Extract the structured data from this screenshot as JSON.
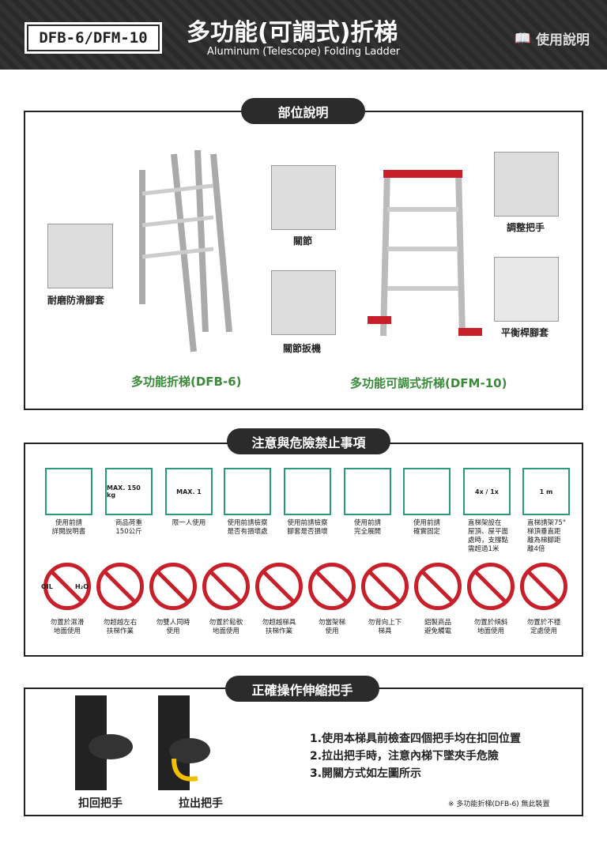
{
  "header": {
    "model": "DFB-6/DFM-10",
    "title": "多功能(可調式)折梯",
    "subtitle": "Aluminum (Telescope) Folding Ladder",
    "manual": "使用說明"
  },
  "parts": {
    "heading": "部位說明",
    "labels": [
      "耐磨防滑腳套",
      "關節",
      "關節扳機",
      "調整把手",
      "平衡桿腳套"
    ],
    "captions": [
      "多功能折梯(DFB-6)",
      "多功能可調式折梯(DFM-10)"
    ]
  },
  "warnings": {
    "heading": "注意與危險禁止事項",
    "dos": [
      {
        "badge": "",
        "text": "使用前請\n詳閱說明書"
      },
      {
        "badge": "MAX. 150 kg",
        "text": "商品荷重\n150公斤"
      },
      {
        "badge": "MAX. 1",
        "text": "限一人使用"
      },
      {
        "badge": "",
        "text": "使用前請檢察\n是否有損壞處"
      },
      {
        "badge": "",
        "text": "使用前請檢察\n腳套是否損壞"
      },
      {
        "badge": "",
        "text": "使用前請\n完全展開"
      },
      {
        "badge": "",
        "text": "使用前請\n確實固定"
      },
      {
        "badge": "4x / 1x",
        "text": "直梯架設在\n屋頂、屋平面\n處時，支撐點\n需超過1米"
      },
      {
        "badge": "1 m",
        "text": "直梯請架75°\n梯頂垂直距\n離為梯腳距\n離4倍"
      }
    ],
    "donts": [
      "勿置於濕滑\n地面使用",
      "勿超越左右\n扶梯作業",
      "勿雙人同時\n使用",
      "勿置於鬆軟\n地面使用",
      "勿超越梯具\n扶梯作業",
      "勿當架梯\n使用",
      "勿背向上下\n梯具",
      "鋁製商品\n避免觸電",
      "勿置於傾斜\n地面使用",
      "勿置於不穩\n定處使用"
    ],
    "oil_label": "OIL",
    "water_label": "H₂O"
  },
  "handle": {
    "heading": "正確操作伸縮把手",
    "captions": [
      "扣回把手",
      "拉出把手"
    ],
    "steps": [
      "1.使用本梯具前檢查四個把手均在扣回位置",
      "2.拉出把手時，注意內梯下墜夾手危險",
      "3.開關方式如左圖所示"
    ],
    "note": "※ 多功能折梯(DFB-6) 無此裝置"
  }
}
